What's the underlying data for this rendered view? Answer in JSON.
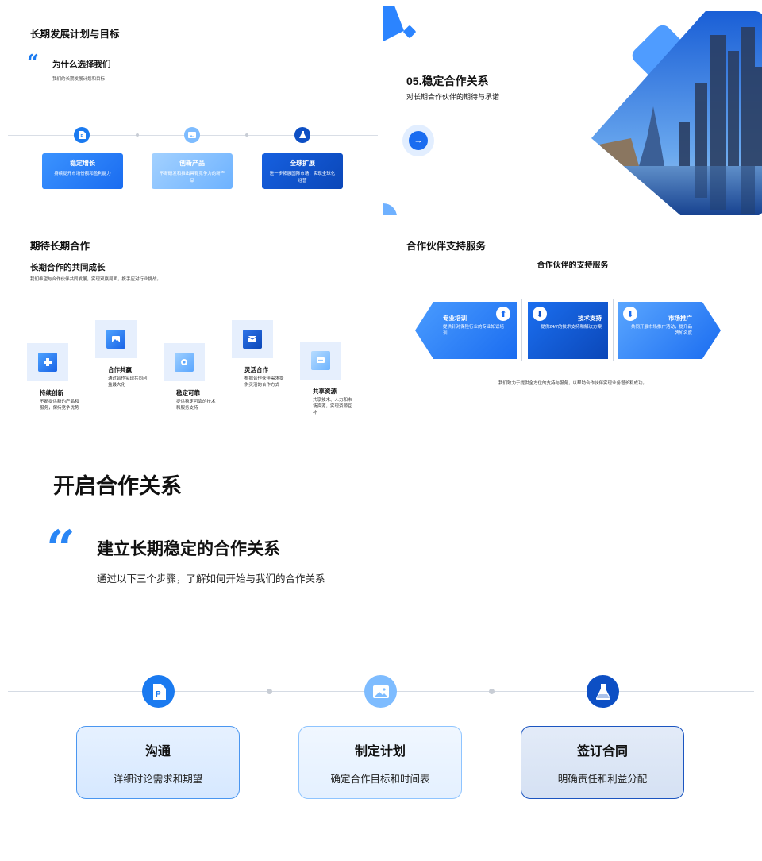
{
  "slide1": {
    "title": "长期发展计划与目标",
    "quote_title": "为什么选择我们",
    "quote_sub": "我们的长期发展计划和目标",
    "cards": [
      {
        "title": "稳定增长",
        "desc": "持续提升市场份额和盈利能力",
        "icon": "document-icon"
      },
      {
        "title": "创新产品",
        "desc": "不断研发和推出具有竞争力的新产品",
        "icon": "image-icon"
      },
      {
        "title": "全球扩展",
        "desc": "进一步拓展国际市场，实现全球化经营",
        "icon": "flask-icon"
      }
    ]
  },
  "slide2": {
    "title": "05.稳定合作关系",
    "subtitle": "对长期合作伙伴的期待与承诺",
    "arrow": "→"
  },
  "slide3": {
    "title": "期待长期合作",
    "subtitle": "长期合作的共同成长",
    "desc": "我们希望与合作伙伴共同发展，实现双赢局面，携手应对行业挑战。",
    "items": [
      {
        "title": "持续创新",
        "desc": "不断提供新的产品和服务，保持竞争优势"
      },
      {
        "title": "合作共赢",
        "desc": "通过合作实现共同利益最大化"
      },
      {
        "title": "稳定可靠",
        "desc": "提供稳定可靠的技术和服务支持"
      },
      {
        "title": "灵活合作",
        "desc": "根据合作伙伴需求提供灵活的合作方式"
      },
      {
        "title": "共享资源",
        "desc": "共享技术、人力和市场资源，实现资源互补"
      }
    ]
  },
  "slide4": {
    "title": "合作伙伴支持服务",
    "subtitle": "合作伙伴的支持服务",
    "services": [
      {
        "title": "专业培训",
        "desc": "提供针对保险行业的专业知识培训",
        "icon": "arrow-up-icon",
        "glyph": "⬆"
      },
      {
        "title": "技术支持",
        "desc": "提供24/7的技术支持和解决方案",
        "icon": "arrow-down-icon",
        "glyph": "⬇"
      },
      {
        "title": "市场推广",
        "desc": "共同开展市场推广活动，提升品牌知名度",
        "icon": "arrow-down-icon",
        "glyph": "⬇"
      }
    ],
    "footer": "我们致力于提供全方位的支持与服务，以帮助合作伙伴实现业务增长和成功。"
  },
  "slide5": {
    "title": "开启合作关系",
    "quote_mark": "“",
    "quote_title": "建立长期稳定的合作关系",
    "quote_sub": "通过以下三个步骤，了解如何开始与我们的合作关系",
    "steps": [
      {
        "title": "沟通",
        "desc": "详细讨论需求和期望",
        "icon": "document-icon"
      },
      {
        "title": "制定计划",
        "desc": "确定合作目标和时间表",
        "icon": "image-icon"
      },
      {
        "title": "签订合同",
        "desc": "明确责任和利益分配",
        "icon": "flask-icon"
      }
    ]
  },
  "colors": {
    "accent": "#1a6cf0",
    "accent_light": "#8ec4ff",
    "accent_dark": "#0b47b8",
    "card_light": "#e3efff"
  }
}
